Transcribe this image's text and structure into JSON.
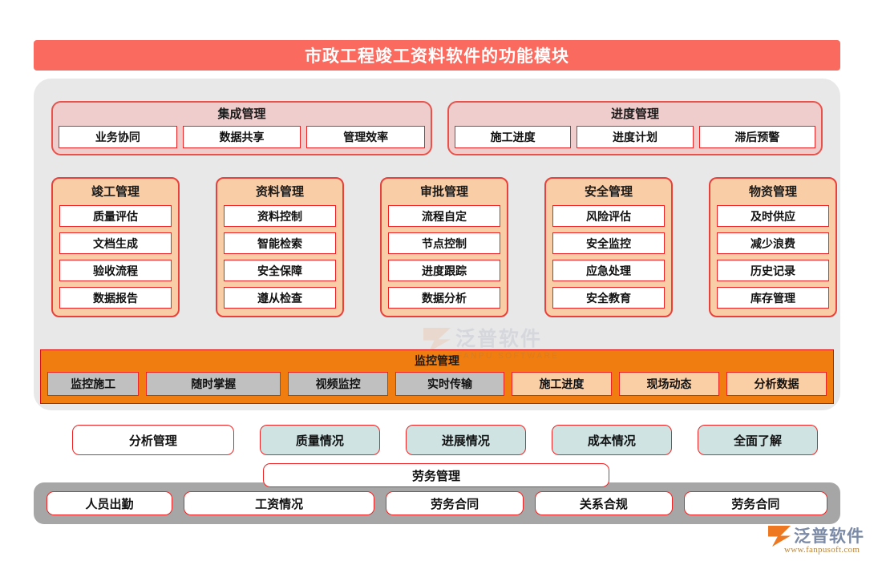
{
  "title": {
    "text": "市政工程竣工资料软件的功能模块",
    "background": "#fb6a5e",
    "color": "#ffffff"
  },
  "top_groups": [
    {
      "name": "integration",
      "title": "集成管理",
      "items": [
        "业务协同",
        "数据共享",
        "管理效率"
      ]
    },
    {
      "name": "progress",
      "title": "进度管理",
      "items": [
        "施工进度",
        "进度计划",
        "滞后预警"
      ]
    }
  ],
  "module_columns": [
    {
      "title": "竣工管理",
      "items": [
        "质量评估",
        "文档生成",
        "验收流程",
        "数据报告"
      ]
    },
    {
      "title": "资料管理",
      "items": [
        "资料控制",
        "智能检索",
        "安全保障",
        "遵从检查"
      ]
    },
    {
      "title": "审批管理",
      "items": [
        "流程自定",
        "节点控制",
        "进度跟踪",
        "数据分析"
      ]
    },
    {
      "title": "安全管理",
      "items": [
        "风险评估",
        "安全监控",
        "应急处理",
        "安全教育"
      ]
    },
    {
      "title": "物资管理",
      "items": [
        "及时供应",
        "减少浪费",
        "历史记录",
        "库存管理"
      ]
    }
  ],
  "monitoring": {
    "title": "监控管理",
    "background": "#ef7d0f",
    "chips": [
      {
        "label": "监控施工",
        "style": "gray"
      },
      {
        "label": "随时掌握",
        "style": "gray"
      },
      {
        "label": "视频监控",
        "style": "gray"
      },
      {
        "label": "实时传输",
        "style": "gray"
      },
      {
        "label": "施工进度",
        "style": "peach"
      },
      {
        "label": "现场动态",
        "style": "peach"
      },
      {
        "label": "分析数据",
        "style": "peach"
      }
    ]
  },
  "analysis": {
    "chips": [
      {
        "label": "分析管理",
        "style": "lead"
      },
      {
        "label": "质量情况",
        "style": "teal"
      },
      {
        "label": "进展情况",
        "style": "teal"
      },
      {
        "label": "成本情况",
        "style": "teal"
      },
      {
        "label": "全面了解",
        "style": "teal"
      }
    ]
  },
  "labor": {
    "title": "劳务管理",
    "background": "#a6a6a6",
    "items": [
      "人员出勤",
      "工资情况",
      "劳务合同",
      "关系合规",
      "劳务合同"
    ]
  },
  "watermark": {
    "cn": "泛普软件",
    "en": "FANPU SOFTWARE"
  },
  "brand": {
    "name": "泛普软件",
    "url": "www.fanpusoft.com"
  },
  "colors": {
    "title_bg": "#fb6a5e",
    "panel_bg": "#e8e8e8",
    "group_bg": "#f0cdcd",
    "module_bg": "#f9cda5",
    "monitor_bg": "#ef7d0f",
    "teal_chip": "#cfe3e3",
    "gray_chip": "#c0c0c0",
    "labor_bg": "#a6a6a6",
    "border_red": "#ee2222"
  }
}
